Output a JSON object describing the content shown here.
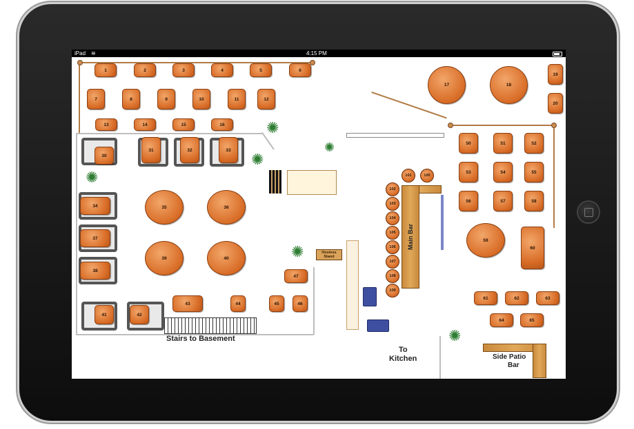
{
  "status_bar": {
    "device": "iPad",
    "time": "4:15 PM"
  },
  "labels": {
    "stairs": "Stairs to Basement",
    "main_bar": "Main Bar",
    "hostess": "Hostess Stand",
    "kitchen_line1": "To",
    "kitchen_line2": "Kitchen",
    "patio_line1": "Side Patio",
    "patio_line2": "Bar"
  },
  "tables": [
    {
      "id": "1"
    },
    {
      "id": "2"
    },
    {
      "id": "3"
    },
    {
      "id": "4"
    },
    {
      "id": "5"
    },
    {
      "id": "6"
    },
    {
      "id": "7"
    },
    {
      "id": "8"
    },
    {
      "id": "9"
    },
    {
      "id": "10"
    },
    {
      "id": "11"
    },
    {
      "id": "12"
    },
    {
      "id": "13"
    },
    {
      "id": "14"
    },
    {
      "id": "15"
    },
    {
      "id": "16"
    },
    {
      "id": "17"
    },
    {
      "id": "18"
    },
    {
      "id": "19"
    },
    {
      "id": "20"
    },
    {
      "id": "30"
    },
    {
      "id": "31"
    },
    {
      "id": "32"
    },
    {
      "id": "33"
    },
    {
      "id": "34"
    },
    {
      "id": "35"
    },
    {
      "id": "36"
    },
    {
      "id": "37"
    },
    {
      "id": "38"
    },
    {
      "id": "39"
    },
    {
      "id": "40"
    },
    {
      "id": "41"
    },
    {
      "id": "42"
    },
    {
      "id": "43"
    },
    {
      "id": "44"
    },
    {
      "id": "45"
    },
    {
      "id": "46"
    },
    {
      "id": "47"
    },
    {
      "id": "50"
    },
    {
      "id": "51"
    },
    {
      "id": "52"
    },
    {
      "id": "53"
    },
    {
      "id": "54"
    },
    {
      "id": "55"
    },
    {
      "id": "56"
    },
    {
      "id": "57"
    },
    {
      "id": "58"
    },
    {
      "id": "59"
    },
    {
      "id": "60"
    },
    {
      "id": "61"
    },
    {
      "id": "62"
    },
    {
      "id": "63"
    },
    {
      "id": "64"
    },
    {
      "id": "65"
    }
  ],
  "bar_stools": [
    {
      "id": "100"
    },
    {
      "id": "101"
    },
    {
      "id": "102"
    },
    {
      "id": "103"
    },
    {
      "id": "104"
    },
    {
      "id": "105"
    },
    {
      "id": "106"
    },
    {
      "id": "107"
    },
    {
      "id": "108"
    },
    {
      "id": "109"
    }
  ],
  "colors": {
    "table": "#d86c26",
    "device": "#111111",
    "fence": "#b07a44"
  }
}
